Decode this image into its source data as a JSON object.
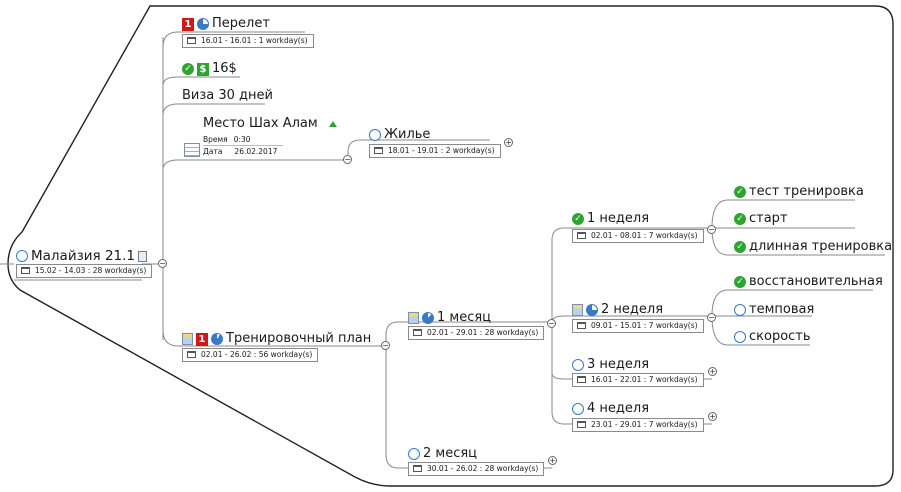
{
  "root": {
    "title": "Малайзия 21.1",
    "dates": "15.02 - 14.03 : 28 workday(s)"
  },
  "flight": {
    "title": "Перелет",
    "dates": "16.01 - 16.01 : 1 workday(s)"
  },
  "money": {
    "title": "16$"
  },
  "visa": {
    "title": "Виза 30 дней"
  },
  "place": {
    "title": "Место Шах Алам",
    "time_label": "Время",
    "time_value": "0:30",
    "date_label": "Дата",
    "date_value": "26.02.2017"
  },
  "housing": {
    "title": "Жилье",
    "dates": "18.01 - 19.01 : 2 workday(s)"
  },
  "plan": {
    "title": "Тренировочный план",
    "dates": "02.01 - 26.02 : 56 workday(s)"
  },
  "month1": {
    "title": "1 месяц",
    "dates": "02.01 - 29.01 : 28 workday(s)"
  },
  "month2": {
    "title": "2 месяц",
    "dates": "30.01 - 26.02 : 28 workday(s)"
  },
  "week1": {
    "title": "1 неделя",
    "dates": "02.01 - 08.01 : 7 workday(s)"
  },
  "week2": {
    "title": "2 неделя",
    "dates": "09.01 - 15.01 : 7 workday(s)"
  },
  "week3": {
    "title": "3 неделя",
    "dates": "16.01 - 22.01 : 7 workday(s)"
  },
  "week4": {
    "title": "4 неделя",
    "dates": "23.01 - 29.01 : 7 workday(s)"
  },
  "w1_items": [
    "тест тренировка",
    "старт",
    "длинная тренировка"
  ],
  "w2_items": [
    "восстановительная",
    "темповая",
    "скорость"
  ],
  "colors": {
    "accent": "#3a78c8",
    "done": "#2ea532",
    "priority": "#d01818",
    "line": "#8a8a8a"
  },
  "icons": {
    "progress": "pie-icon",
    "not_started": "ring-icon",
    "done": "check-icon",
    "priority": "priority-1-icon",
    "money": "dollar-icon",
    "calendar": "calendar-icon"
  }
}
